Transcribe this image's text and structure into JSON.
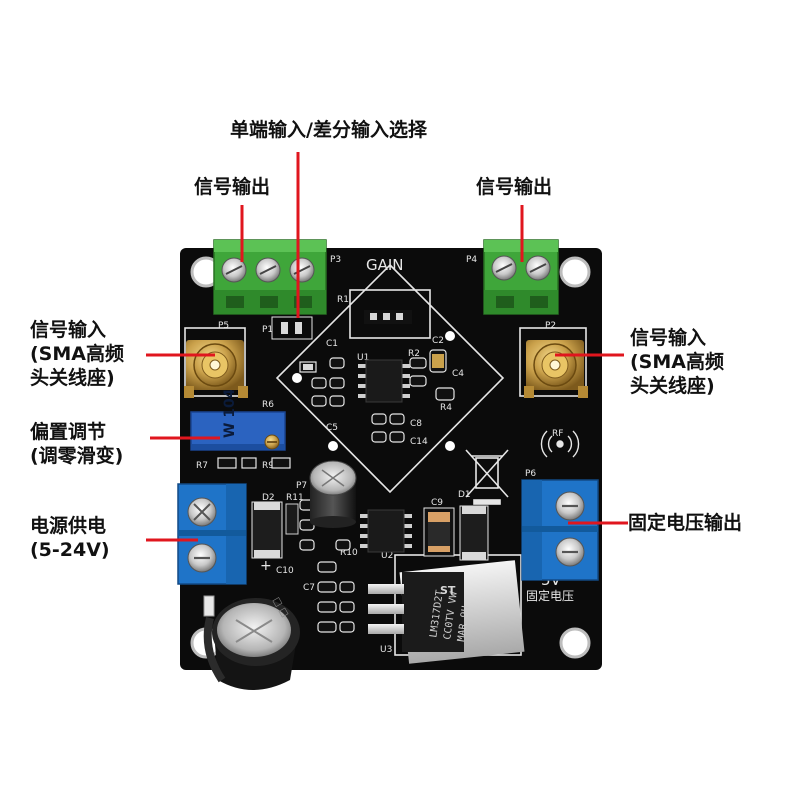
{
  "labels": {
    "selector": "单端输入/差分输入选择",
    "out_left": "信号输出",
    "out_right": "信号输出",
    "in_left": [
      "信号输入",
      "(SMA高频",
      "头关线座)"
    ],
    "in_right": [
      "信号输入",
      "(SMA高频",
      "头关线座)"
    ],
    "bias": [
      "偏置调节",
      "(调零滑变)"
    ],
    "power": [
      "电源供电",
      "(5-24V)"
    ],
    "fixed_out": "固定电压输出"
  },
  "silkscreen": {
    "gain": "GAIN",
    "p1": "P1",
    "p2": "P2",
    "p3": "P3",
    "p4": "P4",
    "p5": "P5",
    "p6": "P6",
    "p7": "P7",
    "r1": "R1",
    "r2": "R2",
    "r4": "R4",
    "r6": "R6",
    "r7": "R7",
    "r9": "R9",
    "r10": "R10",
    "r11": "R11",
    "c1": "C1",
    "c2": "C2",
    "c4": "C4",
    "c5": "C5",
    "c7": "C7",
    "c8": "C8",
    "c9": "C9",
    "c10": "C10",
    "c14": "C14",
    "u1": "U1",
    "u2": "U2",
    "u3": "U3",
    "d1": "D1",
    "d2": "D2",
    "rf": "RF",
    "five_v": "5V",
    "fixed_v": "固定电压",
    "plus": "+",
    "pot_code": "W 104",
    "reg_mark": "ST",
    "reg_text": [
      "LM317D2T",
      "CC0TV  VW",
      "MAR    9U"
    ]
  },
  "colors": {
    "board": "#0b0b0b",
    "silk": "#e6e6e6",
    "terminal_green": "#3fa63a",
    "terminal_blue": "#1f74c8",
    "gold": "#caa14b",
    "callout_red": "#e0161e",
    "pot_blue": "#2b63c0"
  }
}
